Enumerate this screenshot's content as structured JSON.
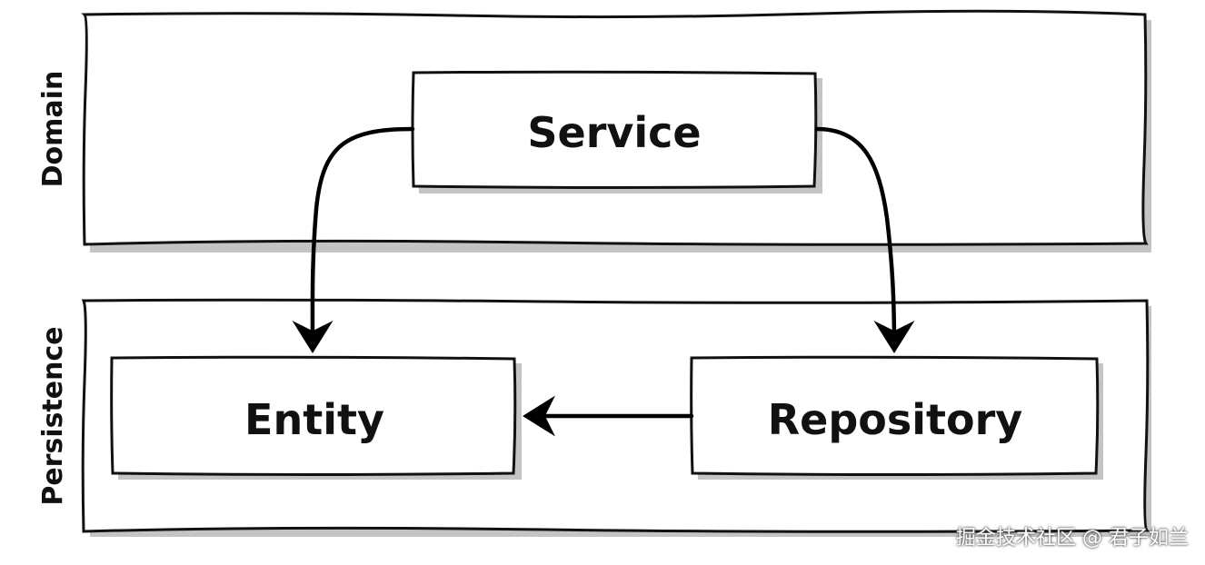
{
  "layers": {
    "domain": {
      "label": "Domain"
    },
    "persistence": {
      "label": "Persistence"
    }
  },
  "boxes": {
    "service": {
      "label": "Service"
    },
    "entity": {
      "label": "Entity"
    },
    "repository": {
      "label": "Repository"
    }
  },
  "arrows": [
    {
      "from": "Service",
      "to": "Entity"
    },
    {
      "from": "Service",
      "to": "Repository"
    },
    {
      "from": "Repository",
      "to": "Entity"
    }
  ],
  "watermark": {
    "text": "掘金技术社区 @ 君子如兰"
  }
}
